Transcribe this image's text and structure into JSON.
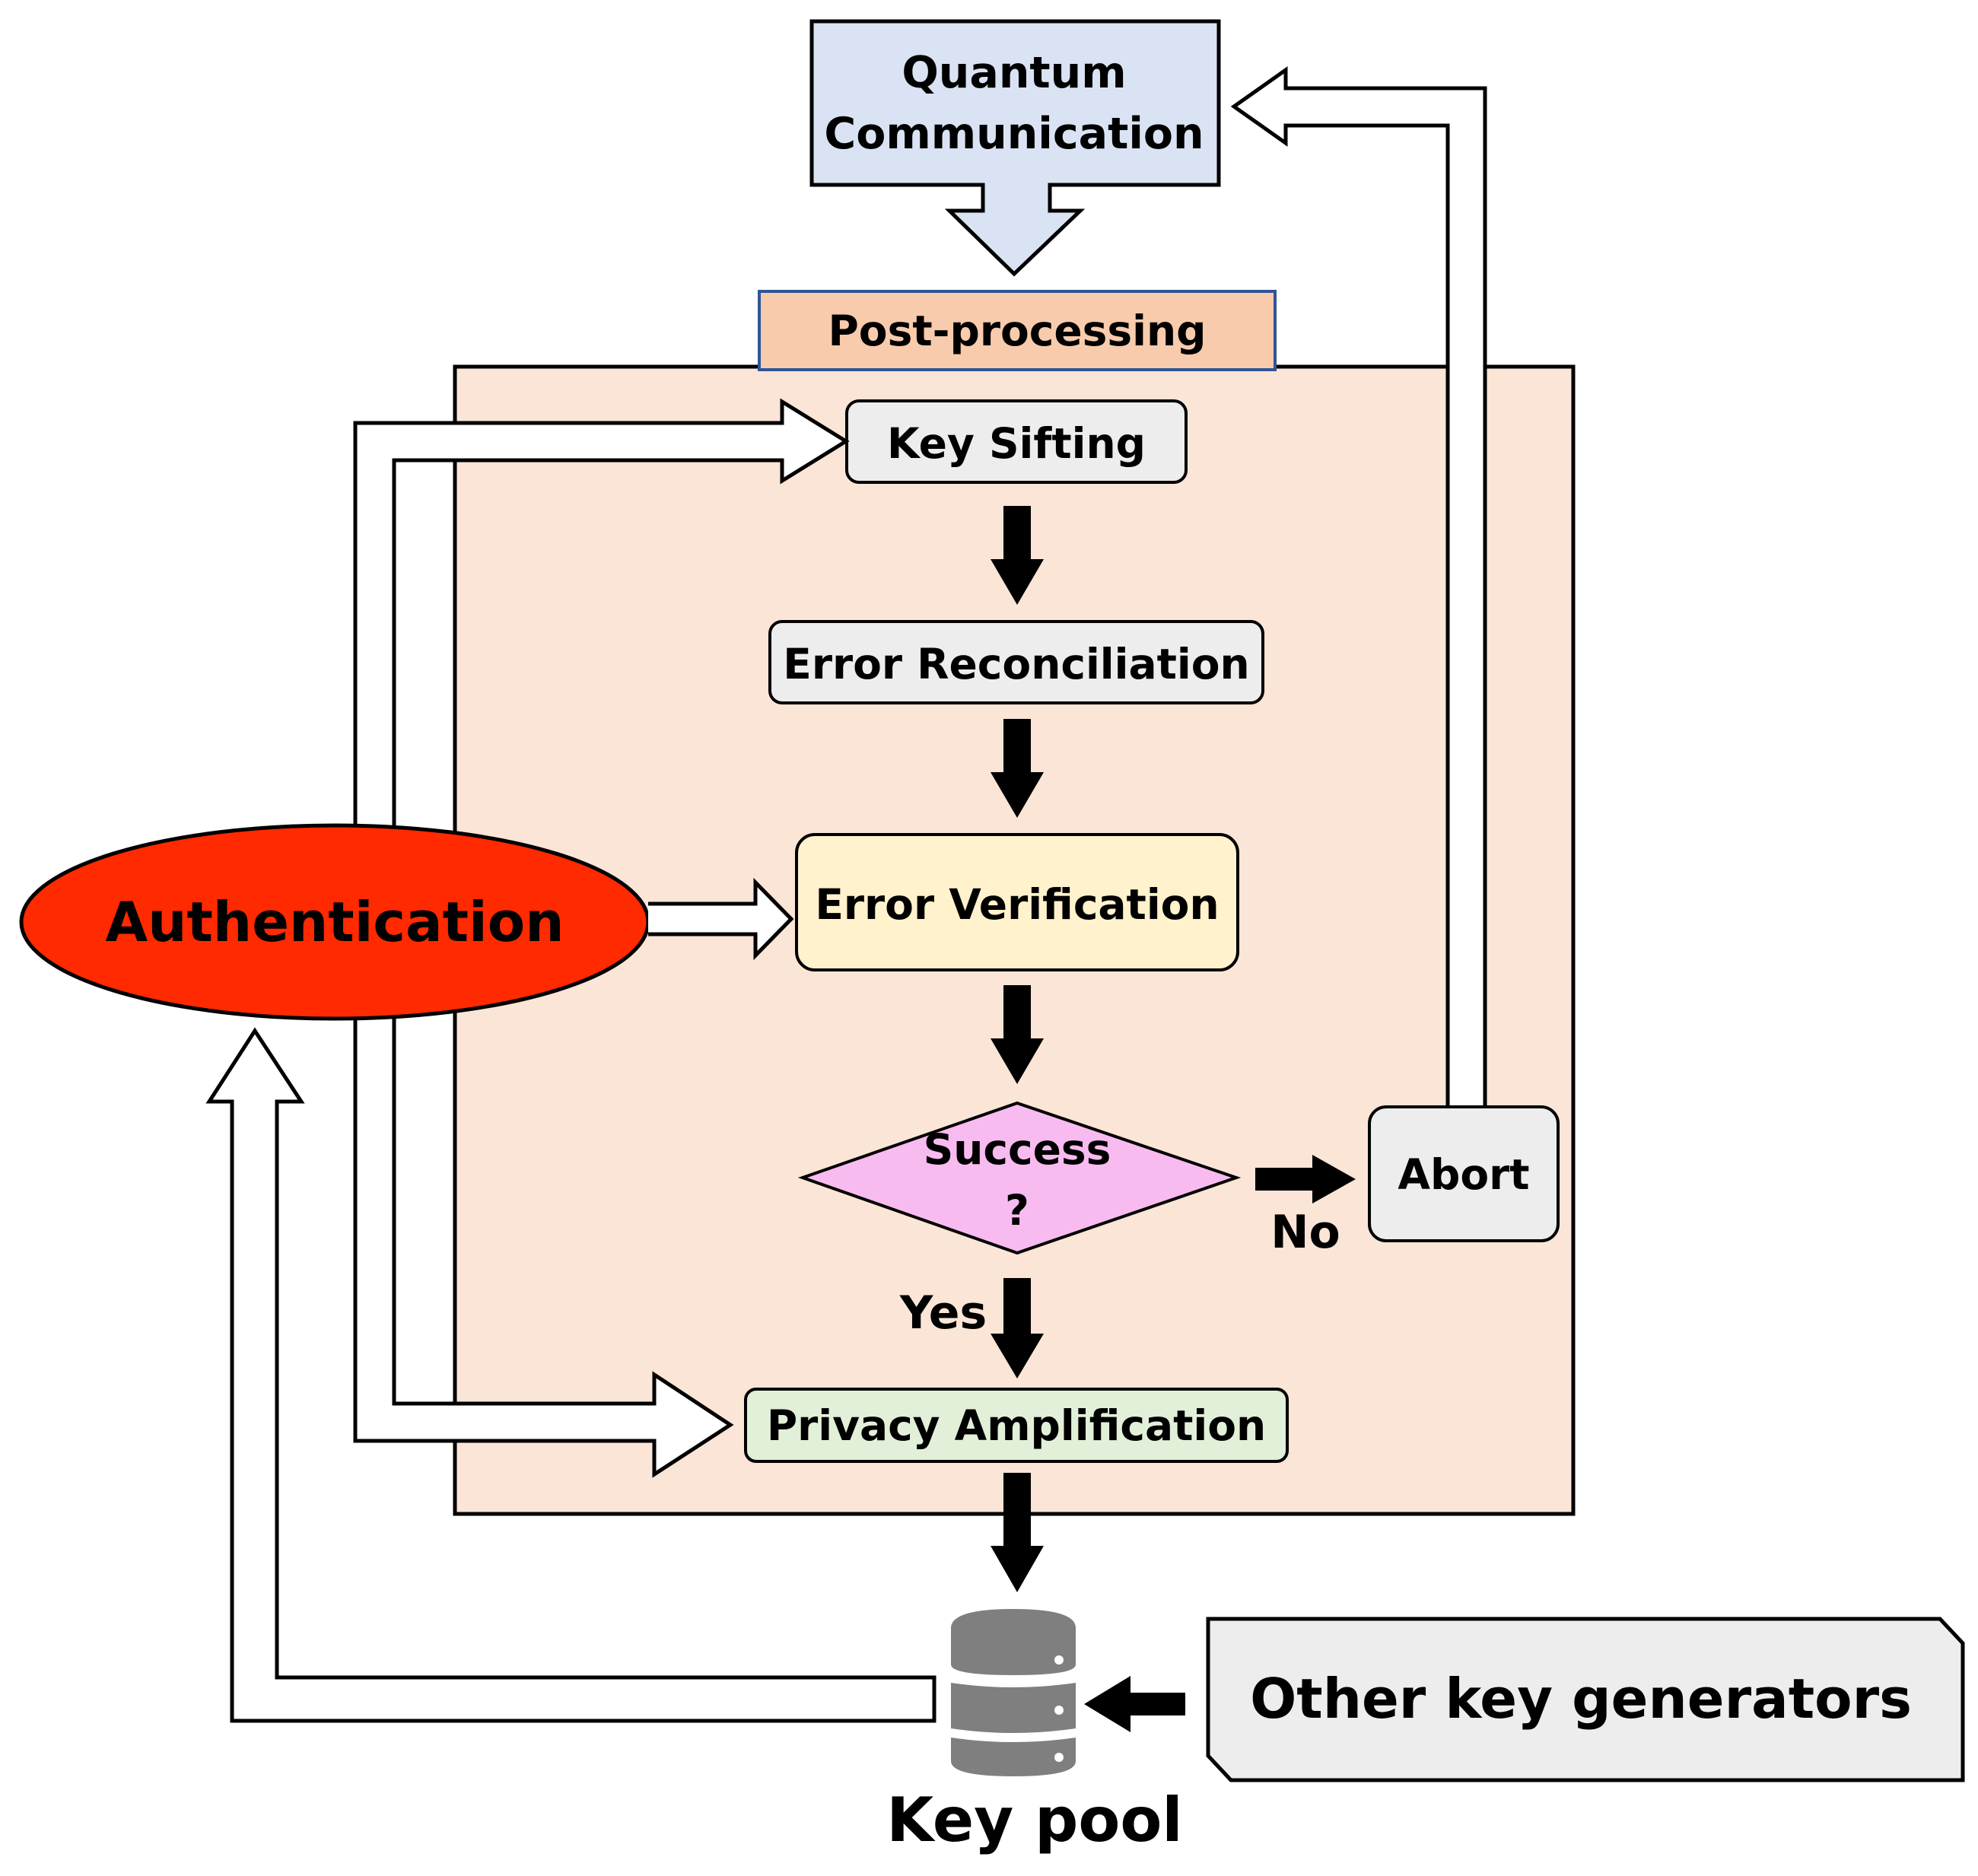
{
  "nodes": {
    "quantum_communication": {
      "line1": "Quantum",
      "line2": "Communication"
    },
    "post_processing": {
      "label": "Post-processing"
    },
    "key_sifting": {
      "label": "Key Sifting"
    },
    "error_reconciliation": {
      "label": "Error Reconciliation"
    },
    "error_verification": {
      "label": "Error Verification"
    },
    "success": {
      "line1": "Success",
      "line2": "?"
    },
    "abort": {
      "label": "Abort"
    },
    "privacy_amplification": {
      "label": "Privacy Amplification"
    },
    "authentication": {
      "label": "Authentication"
    },
    "key_pool": {
      "label": "Key pool"
    },
    "other_key_generators": {
      "label": "Other key generators"
    }
  },
  "edge_labels": {
    "yes": "Yes",
    "no": "No"
  },
  "colors": {
    "quantum_fill": "#dae3f3",
    "post_label_fill": "#f8cbad",
    "post_label_border": "#2f5597",
    "post_panel_fill": "#fbe5d6",
    "step_fill": "#ededed",
    "verification_fill": "#fff2cc",
    "success_fill": "#f8bbf0",
    "privacy_fill": "#e2f0d9",
    "authentication_fill": "#ff2a00",
    "database_fill": "#7f7f7f"
  },
  "icons": {
    "key_pool": "database-icon"
  }
}
